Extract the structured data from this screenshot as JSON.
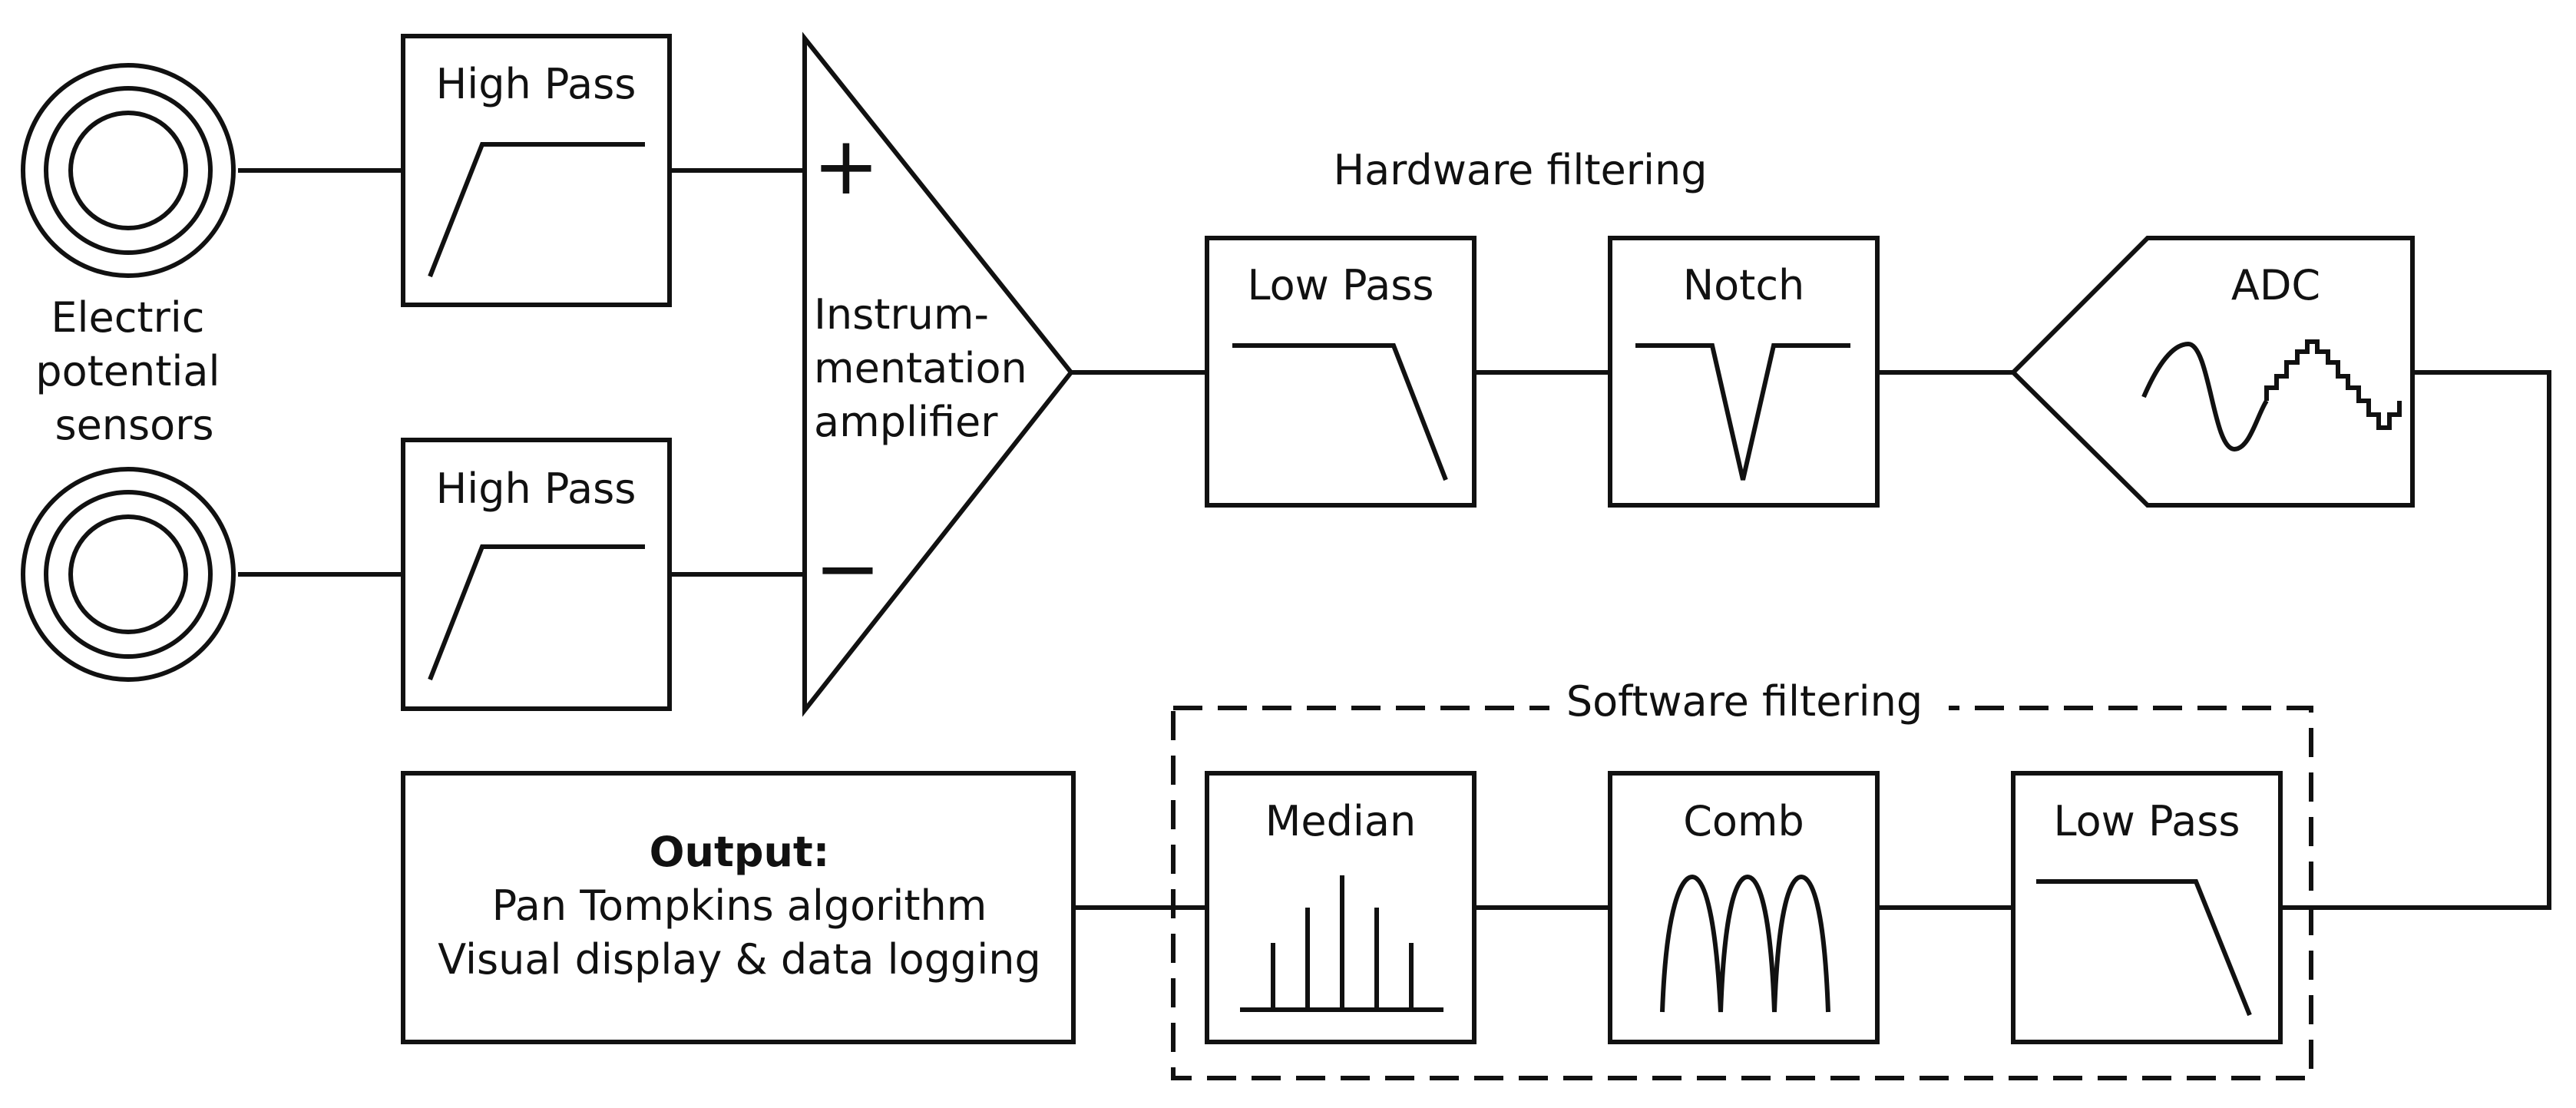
{
  "sensors": {
    "label_lines": [
      "Electric",
      "potential",
      "sensors"
    ]
  },
  "high_pass_top": {
    "label": "High Pass"
  },
  "high_pass_bottom": {
    "label": "High Pass"
  },
  "amplifier": {
    "plus": "+",
    "minus": "−",
    "label_lines": [
      "Instrum-",
      "mentation",
      "amplifier"
    ]
  },
  "hardware_group": {
    "label": "Hardware filtering"
  },
  "low_pass_hw": {
    "label": "Low Pass"
  },
  "notch": {
    "label": "Notch"
  },
  "adc": {
    "label": "ADC"
  },
  "software_group": {
    "label": "Software filtering"
  },
  "low_pass_sw": {
    "label": "Low Pass"
  },
  "comb": {
    "label": "Comb"
  },
  "median": {
    "label": "Median"
  },
  "output": {
    "title": "Output:",
    "line1": "Pan Tompkins algorithm",
    "line2": "Visual display & data logging"
  }
}
